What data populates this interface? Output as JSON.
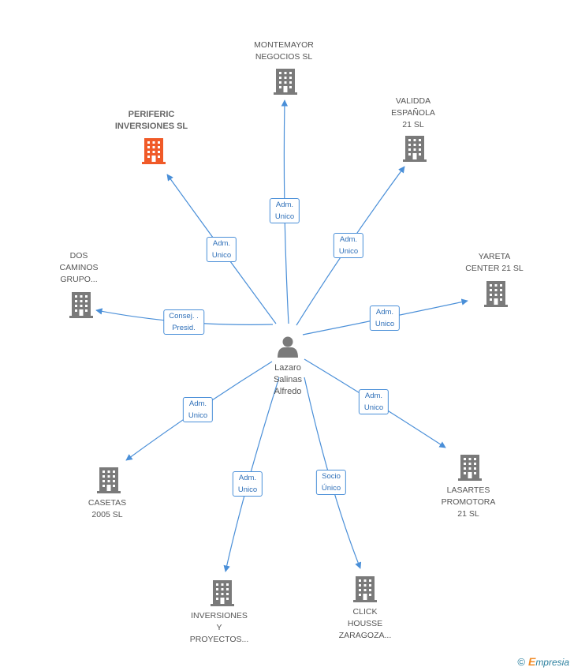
{
  "center": {
    "label_lines": [
      "Lazaro",
      "Salinas",
      "Alfredo"
    ]
  },
  "nodes": [
    {
      "id": "montemayor",
      "label_lines": [
        "MONTEMAYOR",
        "NEGOCIOS SL"
      ],
      "highlight": false,
      "edge": [
        "Adm.",
        "Unico"
      ]
    },
    {
      "id": "validda",
      "label_lines": [
        "VALIDDA",
        "ESPAÑOLA",
        "21 SL"
      ],
      "highlight": false,
      "edge": [
        "Adm.",
        "Unico"
      ]
    },
    {
      "id": "periferic",
      "label_lines": [
        "PERIFERIC",
        "INVERSIONES SL"
      ],
      "highlight": true,
      "edge": [
        "Adm.",
        "Unico"
      ]
    },
    {
      "id": "dos-caminos",
      "label_lines": [
        "DOS",
        "CAMINOS",
        "GRUPO..."
      ],
      "highlight": false,
      "edge": [
        "Consej. .",
        "Presid."
      ]
    },
    {
      "id": "yareta",
      "label_lines": [
        "YARETA",
        "CENTER 21 SL"
      ],
      "highlight": false,
      "edge": [
        "Adm.",
        "Unico"
      ]
    },
    {
      "id": "lasartes",
      "label_lines": [
        "LASARTES",
        "PROMOTORA",
        "21 SL"
      ],
      "highlight": false,
      "edge": [
        "Adm.",
        "Unico"
      ]
    },
    {
      "id": "casetas",
      "label_lines": [
        "CASETAS",
        "2005 SL"
      ],
      "highlight": false,
      "edge": [
        "Adm.",
        "Unico"
      ]
    },
    {
      "id": "inversiones",
      "label_lines": [
        "INVERSIONES",
        "Y",
        "PROYECTOS..."
      ],
      "highlight": false,
      "edge": [
        "Adm.",
        "Unico"
      ]
    },
    {
      "id": "click",
      "label_lines": [
        "CLICK",
        "HOUSSE",
        "ZARAGOZA..."
      ],
      "highlight": false,
      "edge": [
        "Socio",
        "Único"
      ]
    }
  ],
  "colors": {
    "edge": "#4a8fd8",
    "building": "#7a7a7a",
    "building_highlight": "#f05a28",
    "person": "#7a7a7a"
  },
  "footer": {
    "copyright": "©",
    "brand_initial": "E",
    "brand_rest": "mpresia"
  }
}
